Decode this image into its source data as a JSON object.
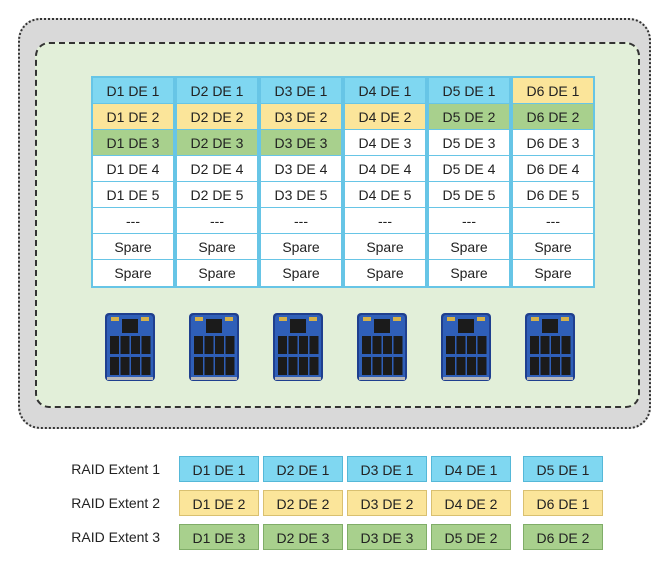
{
  "colors": {
    "blue": "#7fd7f1",
    "yellow": "#fbe59a",
    "green": "#a8d08d",
    "white": "#ffffff",
    "pool_background": "#e2efd9",
    "enclosure_background": "#d9d9d9",
    "cell_border": "#67c5e6"
  },
  "disks": [
    {
      "cells": [
        {
          "text": "D1 DE 1",
          "color": "blue"
        },
        {
          "text": "D1 DE 2",
          "color": "yellow"
        },
        {
          "text": "D1 DE 3",
          "color": "green"
        },
        {
          "text": "D1 DE 4",
          "color": "white"
        },
        {
          "text": "D1 DE 5",
          "color": "white"
        },
        {
          "text": "---",
          "color": "white"
        },
        {
          "text": "Spare",
          "color": "white"
        },
        {
          "text": "Spare",
          "color": "white"
        }
      ]
    },
    {
      "cells": [
        {
          "text": "D2 DE 1",
          "color": "blue"
        },
        {
          "text": "D2 DE 2",
          "color": "yellow"
        },
        {
          "text": "D2 DE 3",
          "color": "green"
        },
        {
          "text": "D2 DE 4",
          "color": "white"
        },
        {
          "text": "D2 DE 5",
          "color": "white"
        },
        {
          "text": "---",
          "color": "white"
        },
        {
          "text": "Spare",
          "color": "white"
        },
        {
          "text": "Spare",
          "color": "white"
        }
      ]
    },
    {
      "cells": [
        {
          "text": "D3 DE 1",
          "color": "blue"
        },
        {
          "text": "D3 DE 2",
          "color": "yellow"
        },
        {
          "text": "D3 DE 3",
          "color": "green"
        },
        {
          "text": "D3 DE 4",
          "color": "white"
        },
        {
          "text": "D3 DE 5",
          "color": "white"
        },
        {
          "text": "---",
          "color": "white"
        },
        {
          "text": "Spare",
          "color": "white"
        },
        {
          "text": "Spare",
          "color": "white"
        }
      ]
    },
    {
      "cells": [
        {
          "text": "D4 DE 1",
          "color": "blue"
        },
        {
          "text": "D4 DE 2",
          "color": "yellow"
        },
        {
          "text": "D4 DE 3",
          "color": "white"
        },
        {
          "text": "D4 DE 4",
          "color": "white"
        },
        {
          "text": "D4 DE 5",
          "color": "white"
        },
        {
          "text": "---",
          "color": "white"
        },
        {
          "text": "Spare",
          "color": "white"
        },
        {
          "text": "Spare",
          "color": "white"
        }
      ]
    },
    {
      "cells": [
        {
          "text": "D5 DE 1",
          "color": "blue"
        },
        {
          "text": "D5 DE 2",
          "color": "green"
        },
        {
          "text": "D5 DE 3",
          "color": "white"
        },
        {
          "text": "D5 DE 4",
          "color": "white"
        },
        {
          "text": "D5 DE 5",
          "color": "white"
        },
        {
          "text": "---",
          "color": "white"
        },
        {
          "text": "Spare",
          "color": "white"
        },
        {
          "text": "Spare",
          "color": "white"
        }
      ]
    },
    {
      "cells": [
        {
          "text": "D6 DE 1",
          "color": "yellow"
        },
        {
          "text": "D6 DE 2",
          "color": "green"
        },
        {
          "text": "D6 DE 3",
          "color": "white"
        },
        {
          "text": "D6 DE 4",
          "color": "white"
        },
        {
          "text": "D6 DE 5",
          "color": "white"
        },
        {
          "text": "---",
          "color": "white"
        },
        {
          "text": "Spare",
          "color": "white"
        },
        {
          "text": "Spare",
          "color": "white"
        }
      ]
    }
  ],
  "disk_icon": "ssd-drive-icon",
  "extents": [
    {
      "label": "RAID Extent 1",
      "color": "blue",
      "cells": [
        "D1 DE 1",
        "D2 DE 1",
        "D3 DE 1",
        "D4 DE 1",
        "D5 DE 1"
      ]
    },
    {
      "label": "RAID Extent 2",
      "color": "yellow",
      "cells": [
        "D1 DE 2",
        "D2 DE 2",
        "D3 DE 2",
        "D4 DE 2",
        "D6 DE 1"
      ]
    },
    {
      "label": "RAID Extent 3",
      "color": "green",
      "cells": [
        "D1 DE 3",
        "D2 DE 3",
        "D3 DE 3",
        "D5 DE 2",
        "D6 DE 2"
      ]
    }
  ]
}
